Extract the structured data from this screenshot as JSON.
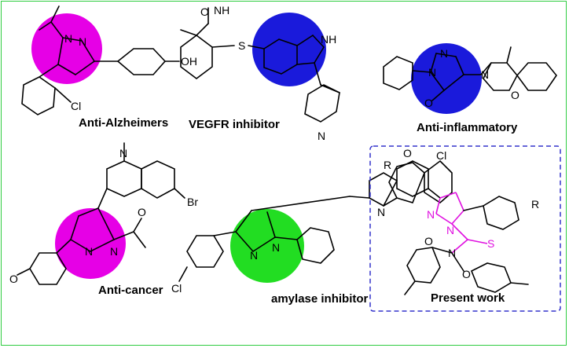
{
  "colors": {
    "frame": "#2ecc40",
    "magenta_highlight": "#e600e6",
    "blue_highlight": "#1a1adb",
    "green_highlight": "#22dd22",
    "present_work_box": "#3333cc",
    "present_work_atoms": "#e010e0"
  },
  "compounds": [
    {
      "label": "Anti-Alzheimers",
      "highlight": "magenta"
    },
    {
      "label": "VEGFR inhibitor",
      "highlight": "blue"
    },
    {
      "label": "Anti-inflammatory",
      "highlight": "blue"
    },
    {
      "label": "Anti-cancer",
      "highlight": "magenta"
    },
    {
      "label": "amylase inhibitor",
      "highlight": "green"
    },
    {
      "label": "Present work",
      "highlight": "none"
    }
  ],
  "atoms": {
    "N": "N",
    "O": "O",
    "S": "S",
    "H": "H",
    "NH": "NH",
    "OH": "OH",
    "Cl": "Cl",
    "Br": "Br",
    "R": "R"
  }
}
